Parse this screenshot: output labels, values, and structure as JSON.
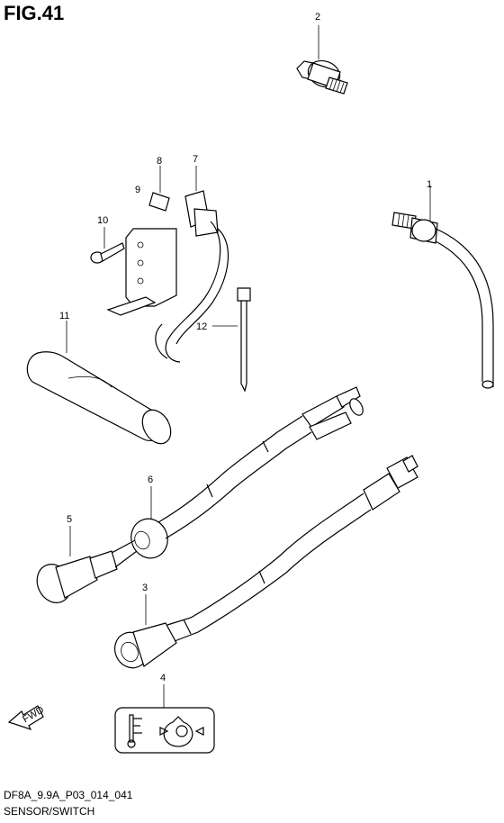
{
  "figure": {
    "title": "FIG.41"
  },
  "footer": {
    "code": "DF8A_9.9A_P03_014_041",
    "name": "SENSOR/SWITCH"
  },
  "fwd_label": "FWD",
  "callouts": [
    "1",
    "2",
    "3",
    "4",
    "5",
    "6",
    "7",
    "8",
    "9",
    "10",
    "11",
    "12"
  ]
}
